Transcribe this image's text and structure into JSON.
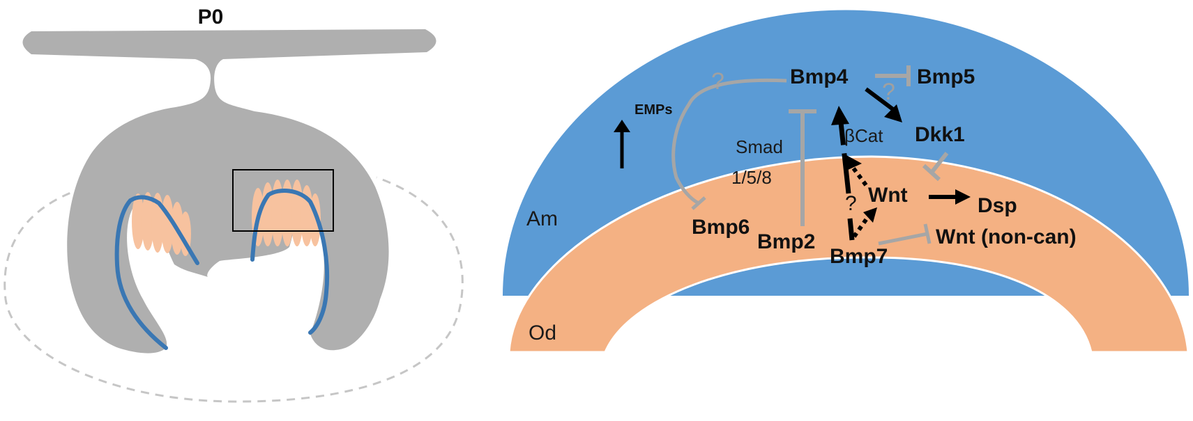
{
  "left_panel": {
    "title": "P0"
  },
  "right_panel": {
    "tissue_labels": {
      "upper": "Am",
      "lower": "Od"
    },
    "genes": {
      "bmp4": "Bmp4",
      "bmp5": "Bmp5",
      "dkk1": "Dkk1",
      "wnt": "Wnt",
      "dsp": "Dsp",
      "bmp6": "Bmp6",
      "bmp2": "Bmp2",
      "bmp7": "Bmp7",
      "wnt_noncan": "Wnt (non-can)",
      "emps": "EMPs"
    },
    "pathway_labels": {
      "smad": "Smad",
      "smad_types": "1/5/8",
      "bcat": "βCat"
    },
    "unknown_marks": [
      "?",
      "?",
      "?"
    ]
  },
  "colors": {
    "ameloblast": "#5b9bd5",
    "odontoblast": "#f4b183",
    "tissue_gray": "#afafaf",
    "inhibition_gray": "#a6a6a6",
    "activation_black": "#000000"
  }
}
